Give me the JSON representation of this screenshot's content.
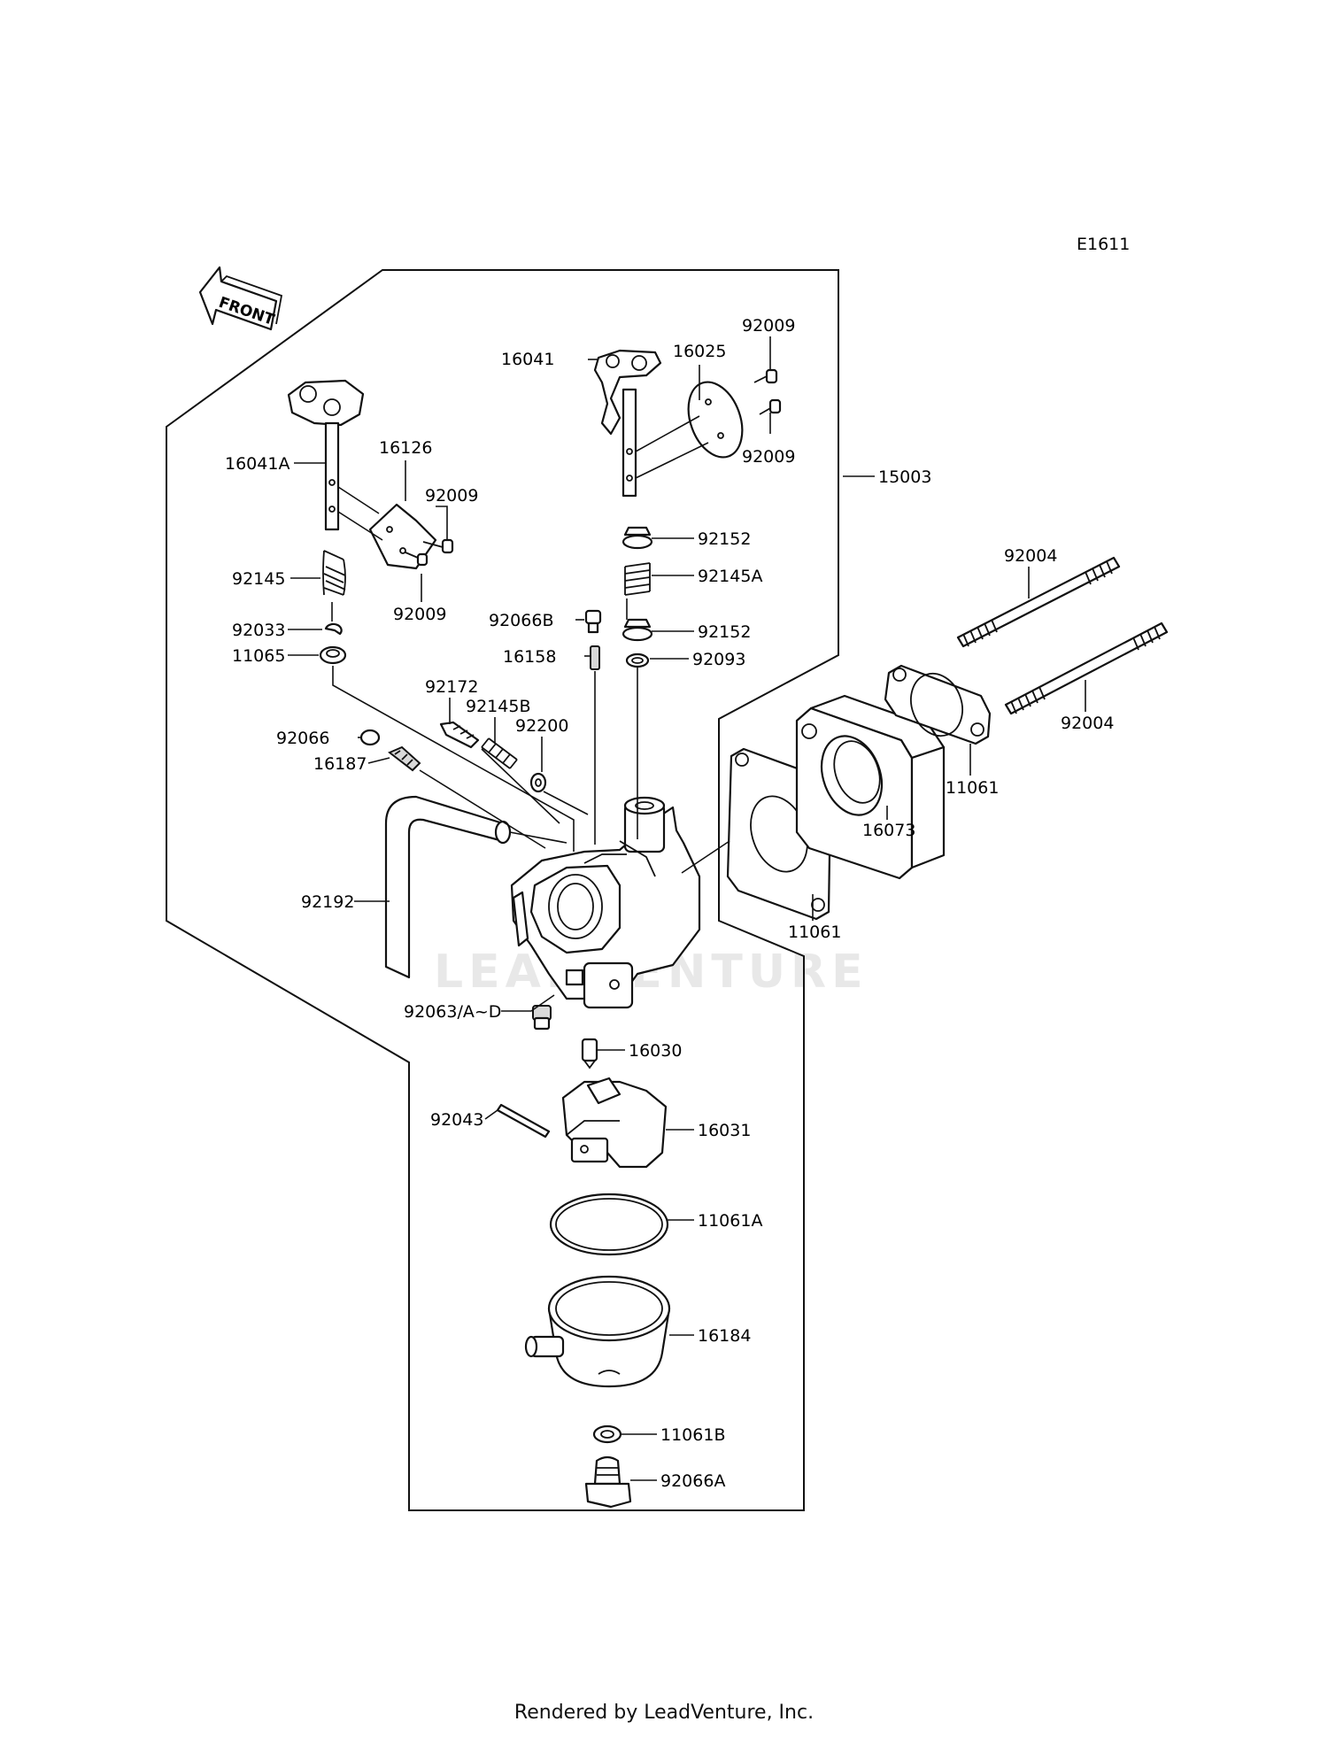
{
  "diagram_id": "E1611",
  "front_label": "FRONT",
  "watermark": "LEADVENTURE",
  "footer": "Rendered by LeadVenture, Inc.",
  "callouts": {
    "p16041": "16041",
    "p16025": "16025",
    "p92009_top": "92009",
    "p92009_mid": "92009",
    "p15003": "15003",
    "p16041A": "16041A",
    "p16126": "16126",
    "p92009_left1": "92009",
    "p92009_left2": "92009",
    "p92145": "92145",
    "p92033": "92033",
    "p11065": "11065",
    "p92152_top": "92152",
    "p92145A": "92145A",
    "p92066B": "92066B",
    "p92152_bot": "92152",
    "p16158": "16158",
    "p92093": "92093",
    "p92172": "92172",
    "p92145B": "92145B",
    "p92200": "92200",
    "p92066": "92066",
    "p16187": "16187",
    "p92192": "92192",
    "p92004_a": "92004",
    "p92004_b": "92004",
    "p11061_right": "11061",
    "p16073": "16073",
    "p11061_left": "11061",
    "p92063": "92063/A~D",
    "p16030": "16030",
    "p92043": "92043",
    "p16031": "16031",
    "p11061A": "11061A",
    "p16184": "16184",
    "p11061B": "11061B",
    "p92066A": "92066A"
  }
}
